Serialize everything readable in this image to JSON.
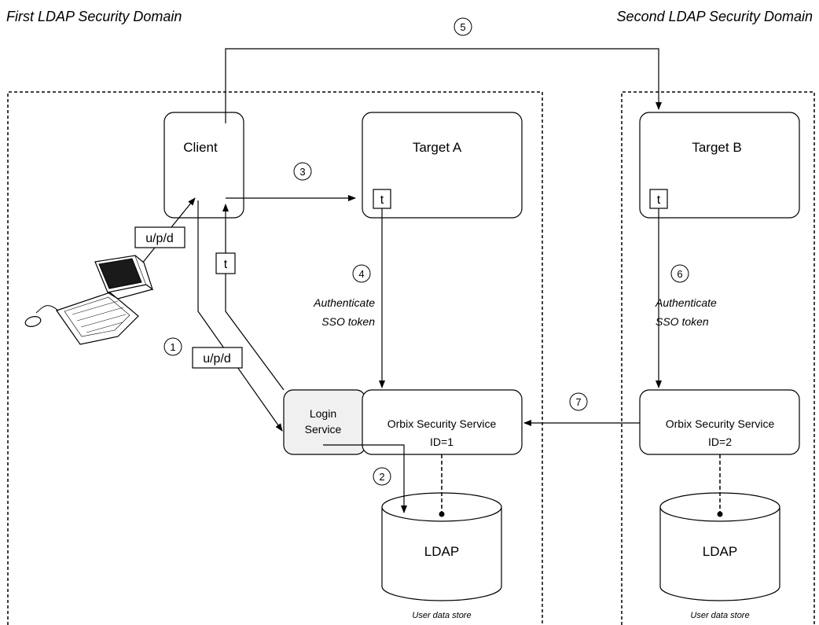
{
  "domains": {
    "first": "First LDAP Security Domain",
    "second": "Second LDAP Security Domain"
  },
  "nodes": {
    "client": "Client",
    "target_a": "Target A",
    "target_b": "Target B",
    "login_service_line1": "Login",
    "login_service_line2": "Service",
    "oss1_name": "Orbix Security Service",
    "oss1_id": "ID=1",
    "oss2_name": "Orbix Security Service",
    "oss2_id": "ID=2",
    "ldap1": "LDAP",
    "ldap2": "LDAP",
    "ldap1_caption": "User data store",
    "ldap2_caption": "User data store"
  },
  "tokens": {
    "t_target_a": "t",
    "t_target_b": "t",
    "t_return": "t",
    "credentials_user": "u/p/d",
    "credentials_login": "u/p/d"
  },
  "steps": {
    "s1": "1",
    "s2": "2",
    "s3": "3",
    "s4": "4",
    "s5": "5",
    "s6": "6",
    "s7": "7"
  },
  "annotations": {
    "auth_a_line1": "Authenticate",
    "auth_a_line2": "SSO token",
    "auth_b_line1": "Authenticate",
    "auth_b_line2": "SSO token"
  },
  "colors": {
    "login_fill": "#f0f0f0",
    "stroke": "#000000",
    "monitor_screen": "#1a1a1a"
  }
}
